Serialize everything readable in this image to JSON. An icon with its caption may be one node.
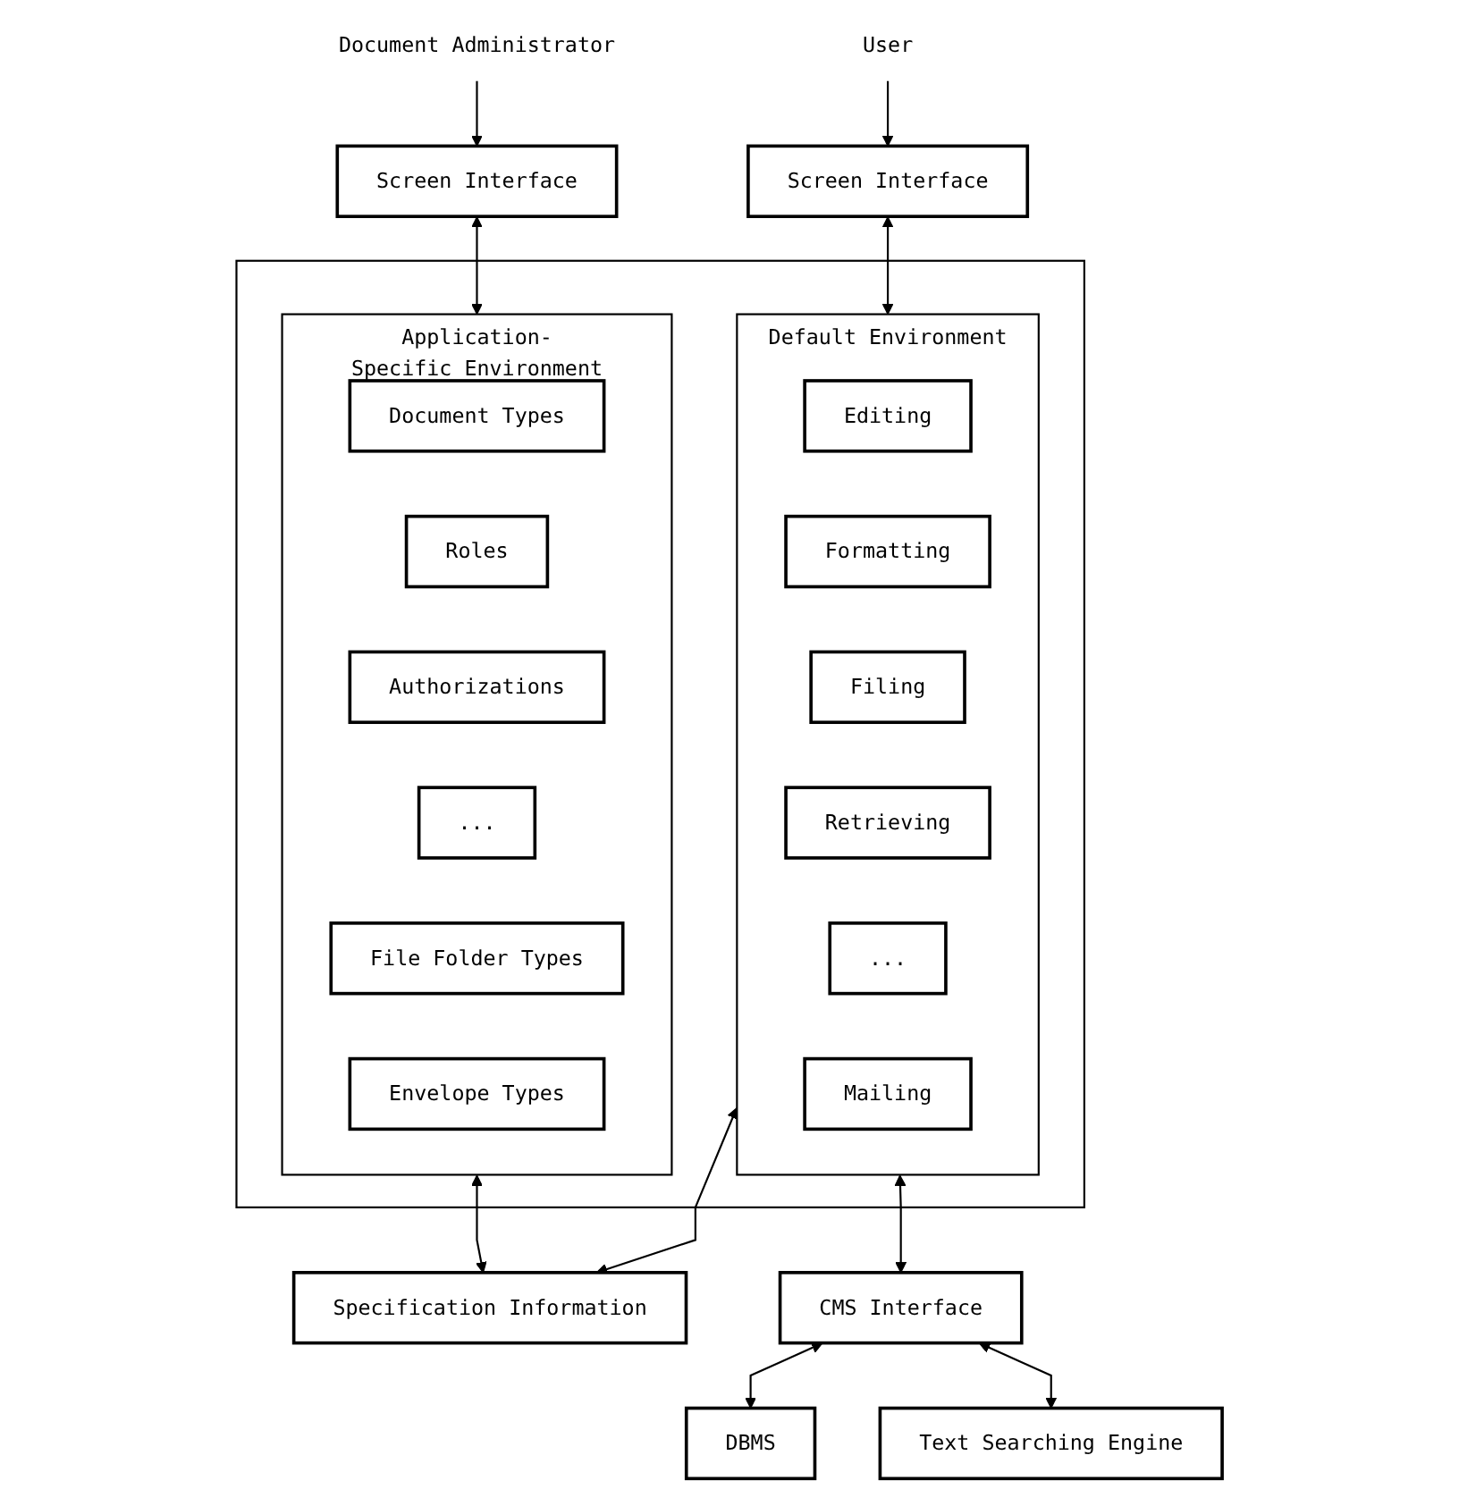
{
  "diagram": {
    "nodes": [
      {
        "text": [
          "Document Administrator"
        ]
      },
      {
        "text": [
          "User"
        ]
      },
      {
        "text": [
          "Screen Interface"
        ]
      },
      {
        "text": [
          "Screen Interface"
        ]
      },
      {
        "text": [],
        "shape": "box"
      },
      {
        "text": [
          "Application-Specific Environment"
        ],
        "in": 4
      },
      {
        "text": [
          "Document Types"
        ],
        "in": 5
      },
      {
        "text": [
          "Roles"
        ],
        "in": 5
      },
      {
        "text": [
          "Authorizations"
        ],
        "in": 5
      },
      {
        "text": [
          "..."
        ],
        "in": 5
      },
      {
        "text": [
          "File Folder Types"
        ],
        "in": 5
      },
      {
        "text": [
          "Envelope Types"
        ],
        "in": 5
      },
      {
        "text": [
          "Default Environment"
        ],
        "in": 4
      },
      {
        "text": [
          "Editing"
        ],
        "in": 12
      },
      {
        "text": [
          "Formatting"
        ],
        "in": 12
      },
      {
        "text": [
          "Filing"
        ],
        "in": 12
      },
      {
        "text": [
          "Retrieving"
        ],
        "in": 12
      },
      {
        "text": [
          "..."
        ],
        "in": 12
      },
      {
        "text": [
          "Mailing"
        ],
        "in": 12
      },
      {
        "text": [
          "Specification Information"
        ]
      },
      {
        "text": [
          "CMS Interface"
        ]
      },
      {
        "text": [
          "DBMS"
        ]
      },
      {
        "text": [
          "Text Searching Engine"
        ]
      }
    ],
    "edges": [
      {
        "from": 0,
        "to": 2,
        "arrow": "to"
      },
      {
        "from": 1,
        "to": 3,
        "arrow": "to"
      },
      {
        "from": 2,
        "to": 5,
        "arrow": "both"
      },
      {
        "from": 3,
        "to": 12,
        "arrow": "both"
      },
      {
        "from": 5,
        "to": 19,
        "arrow": "both"
      },
      {
        "from": 12,
        "to": 19,
        "arrow": "both"
      },
      {
        "from": 12,
        "to": 20,
        "arrow": "both"
      },
      {
        "from": 20,
        "to": 21,
        "arrow": "both"
      },
      {
        "from": 20,
        "to": 22,
        "arrow": "both"
      }
    ]
  }
}
